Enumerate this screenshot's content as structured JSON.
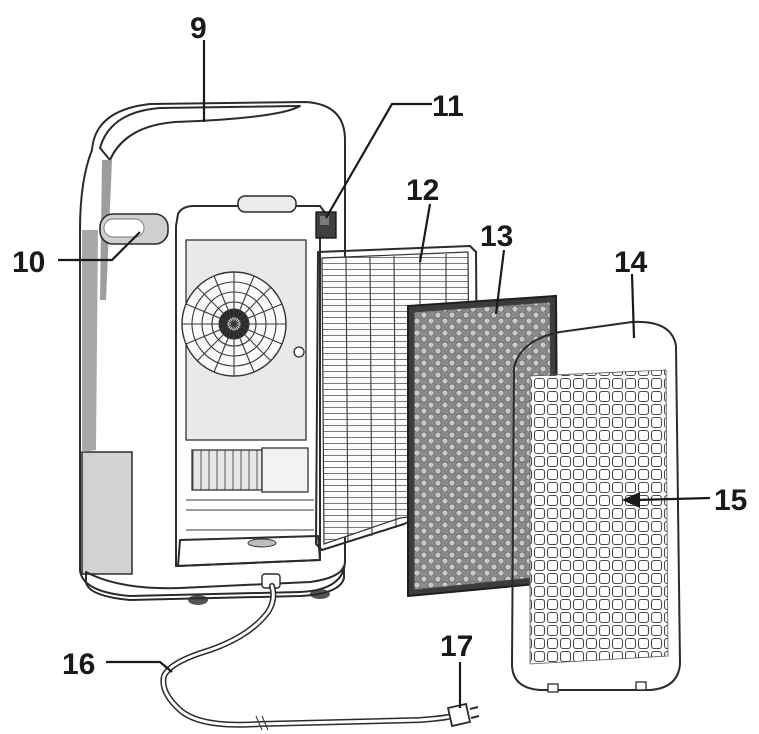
{
  "diagram": {
    "callouts": {
      "c9": "9",
      "c10": "10",
      "c11": "11",
      "c12": "12",
      "c13": "13",
      "c14": "14",
      "c15": "15",
      "c16": "16",
      "c17": "17"
    }
  },
  "colors": {
    "outline": "#2b2b2b",
    "body_light": "#f3f3f3",
    "body_shade": "#b9b9b9",
    "interior": "#dcdcdc",
    "carbon_filter": "#7d7d7d"
  }
}
